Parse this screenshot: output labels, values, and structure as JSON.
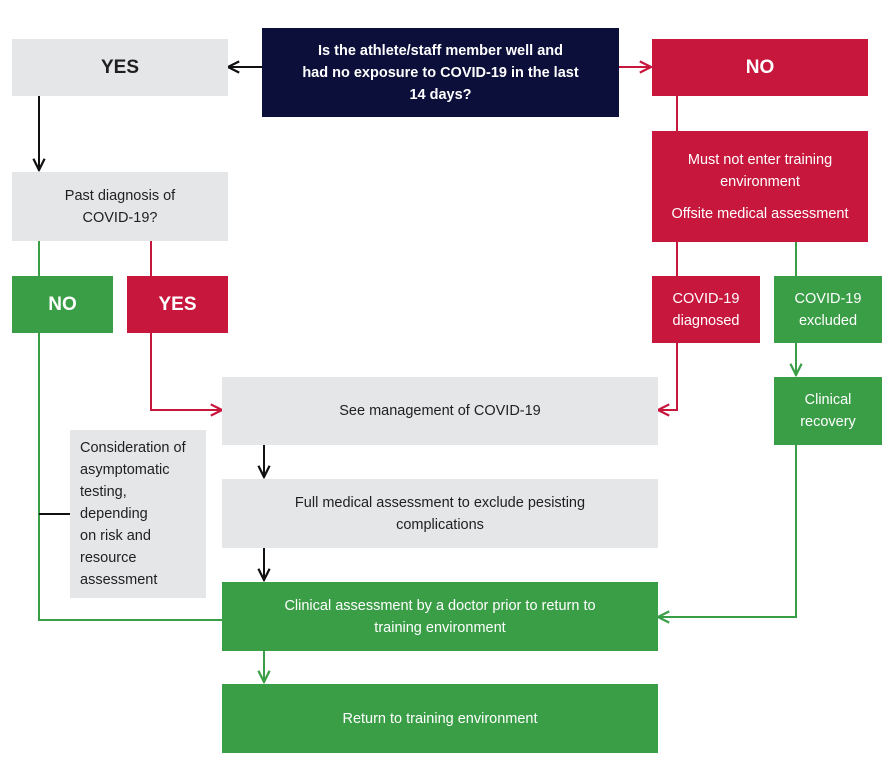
{
  "question": [
    "Is the athlete/staff member well and",
    "had no exposure to COVID-19 in the last",
    "14 days?"
  ],
  "yes_top": "YES",
  "no_top": "NO",
  "past_diagnosis": [
    "Past diagnosis of",
    "COVID-19?"
  ],
  "no_left": "NO",
  "yes_left": "YES",
  "must_not_enter": [
    "Must not enter training",
    "environment",
    "Offsite medical assessment"
  ],
  "covid_diagnosed": [
    "COVID-19",
    "diagnosed"
  ],
  "covid_excluded": [
    "COVID-19",
    "excluded"
  ],
  "see_management": "See management of COVID-19",
  "clinical_recovery": [
    "Clinical",
    "recovery"
  ],
  "consideration": [
    "Consideration of",
    "asymptomatic",
    "testing,",
    "depending",
    "on risk and",
    "resource",
    "assessment"
  ],
  "full_medical": [
    "Full medical assessment to exclude pesisting",
    "complications"
  ],
  "clinical_assessment": [
    "Clinical assessment by a doctor prior to return to",
    "training environment"
  ],
  "return_training": "Return to training environment",
  "colors": {
    "navy": "#0c0f3a",
    "red": "#c8173d",
    "green": "#3a9e47",
    "grey": "#e5e6e8",
    "black": "#111111"
  }
}
